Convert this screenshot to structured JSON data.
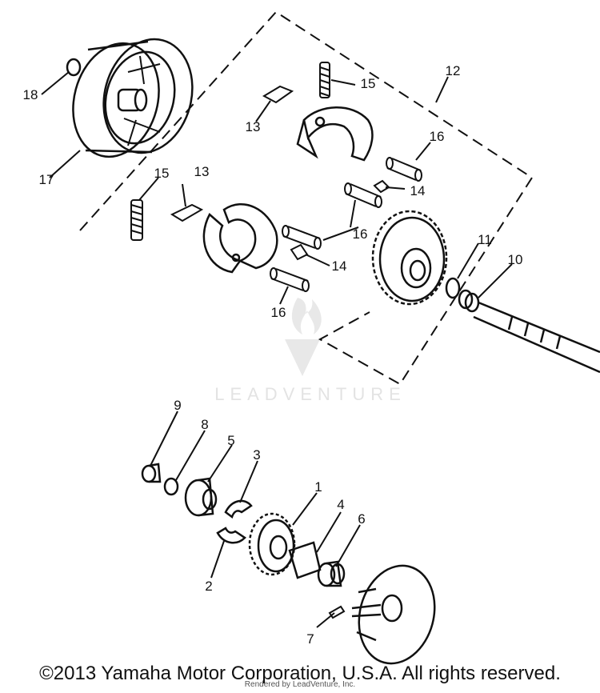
{
  "diagram": {
    "callouts": [
      "1",
      "2",
      "3",
      "4",
      "5",
      "6",
      "7",
      "8",
      "9",
      "10",
      "11",
      "12",
      "13",
      "13",
      "14",
      "14",
      "15",
      "15",
      "16",
      "16",
      "16",
      "17",
      "18"
    ],
    "watermark_text": "LEADVENTURE",
    "copyright": "©2013 Yamaha Motor Corporation, U.S.A. All rights reserved.",
    "rendered_by": "Rendered by LeadVenture, Inc.",
    "line_color": "#111111",
    "watermark_color": "#e3e3e3"
  }
}
